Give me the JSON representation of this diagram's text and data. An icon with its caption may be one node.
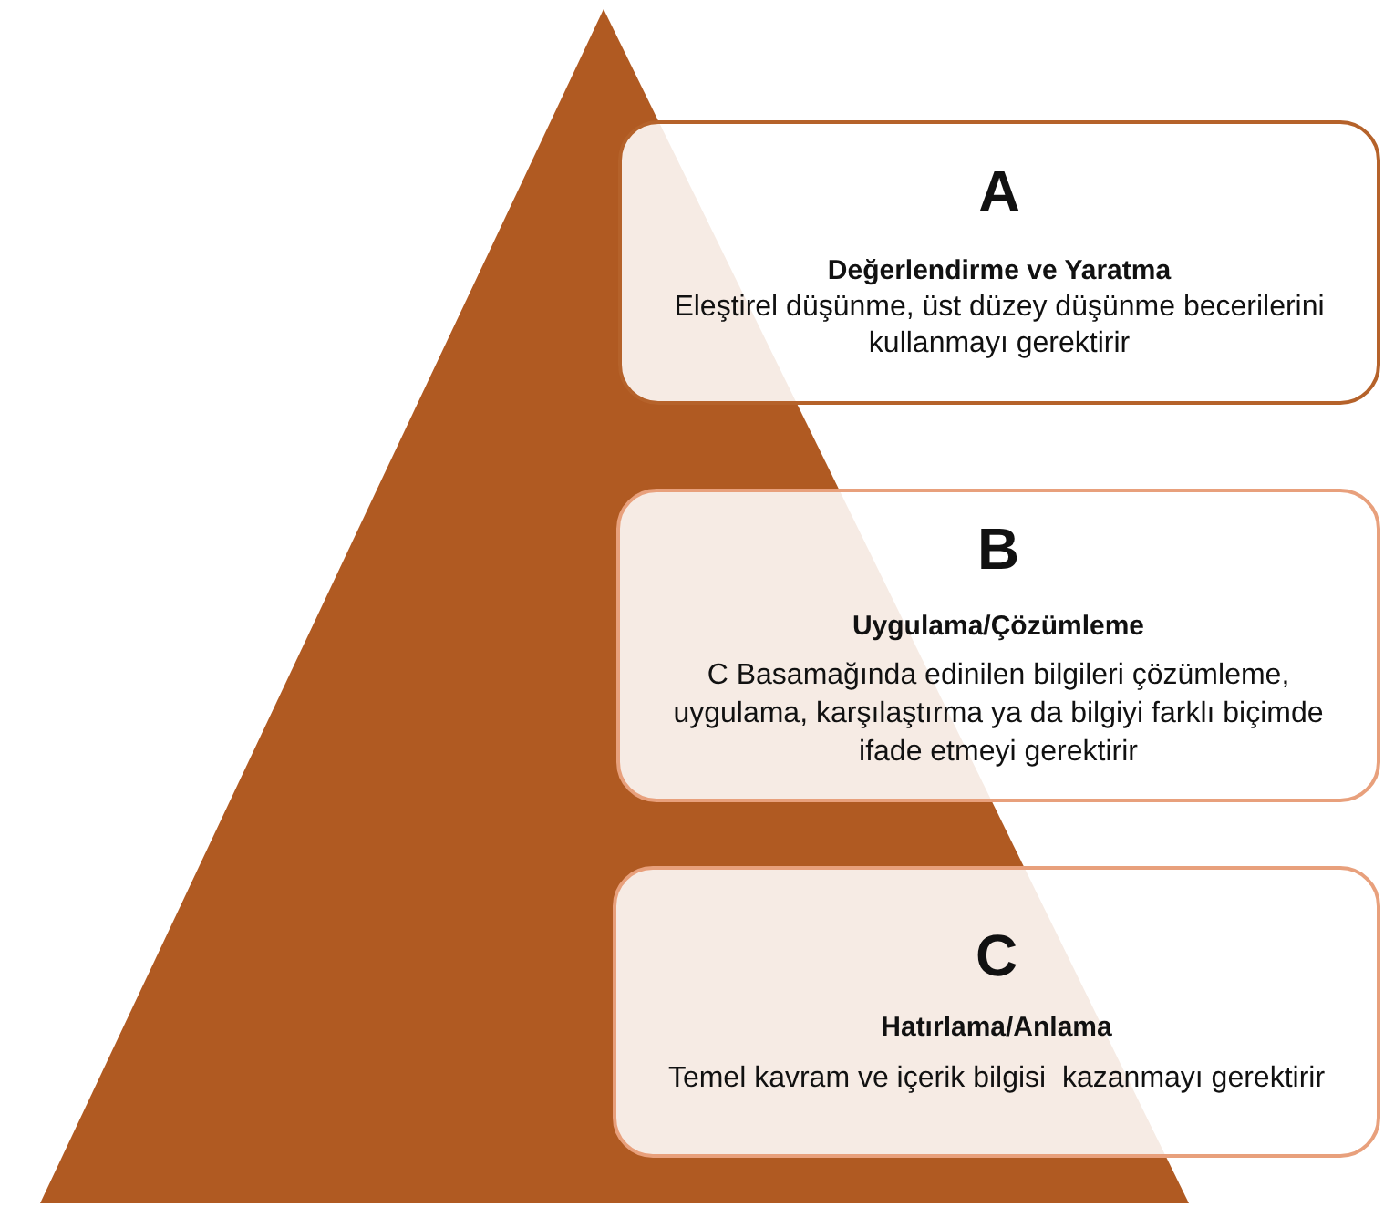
{
  "diagram": {
    "nodes": [
      {
        "text": [
          "A",
          "Değerlendirme ve Yaratma",
          "Eleştirel düşünme, üst düzey düşünme becerilerini kullanmayı gerektirir"
        ]
      },
      {
        "text": [
          "B",
          "Uygulama/Çözümleme",
          "C Basamağında edinilen bilgileri çözümleme, uygulama, karşılaştırma ya da bilgiyi farklı biçimde ifade etmeyi gerektirir"
        ]
      },
      {
        "text": [
          "C",
          "Hatırlama/Anlama",
          "Temel kavram ve içerik bilgisi  kazanmayı gerektirir"
        ]
      }
    ]
  }
}
